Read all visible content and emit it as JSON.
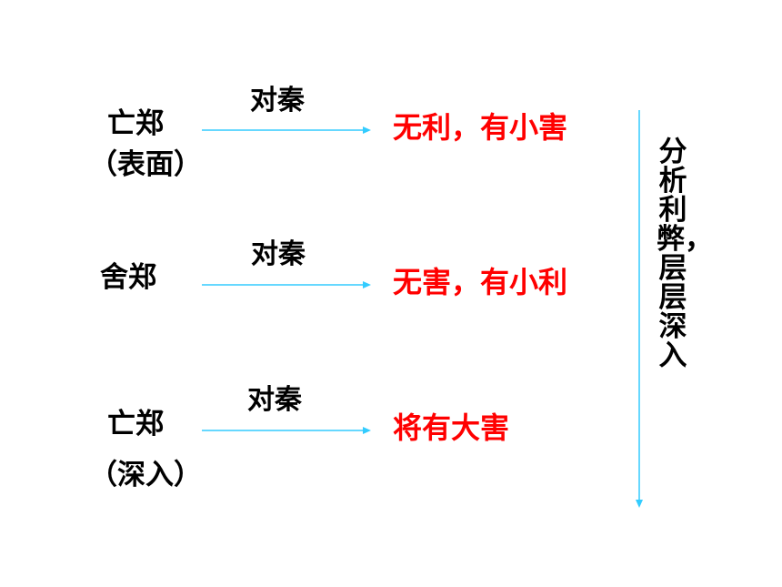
{
  "rows": [
    {
      "left": "亡郑",
      "sub": "（表面）",
      "over": "对秦",
      "result": "无利，有小害"
    },
    {
      "left": "舍郑",
      "over": "对秦",
      "result": "无害，有小利"
    },
    {
      "left": "亡郑",
      "sub": "（深入）",
      "over": "对秦",
      "result": "将有大害"
    }
  ],
  "side_note": "分析利弊，层层深入",
  "colors": {
    "result": "#ff0000",
    "arrow": "#33ccff",
    "text": "#000000"
  }
}
